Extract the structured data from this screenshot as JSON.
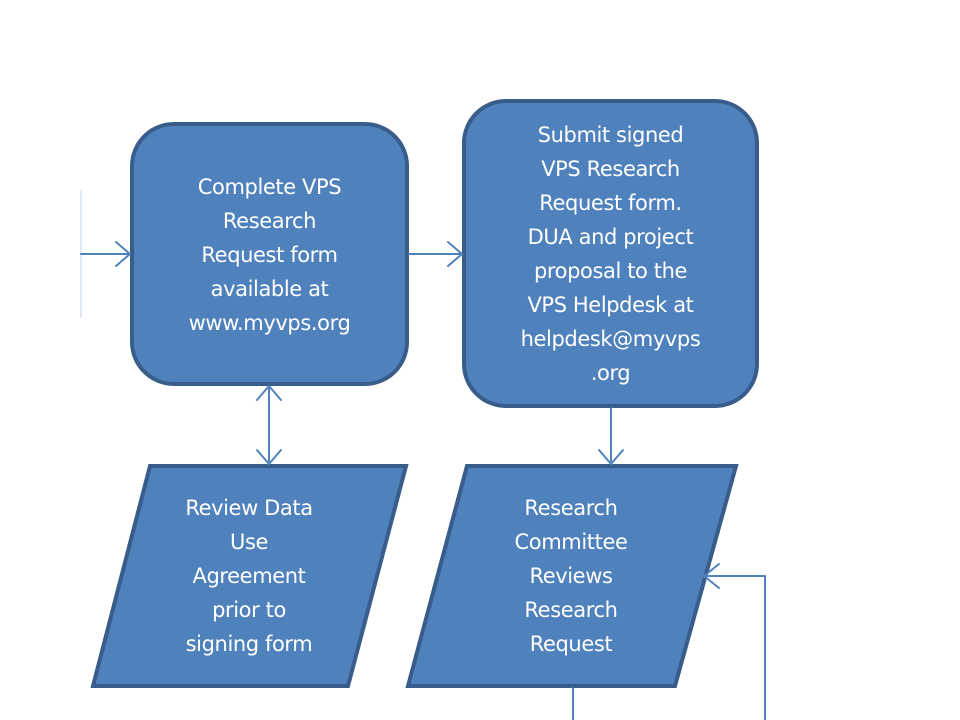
{
  "diagram": {
    "colors": {
      "fill": "#4f81bd",
      "border": "#385d8a",
      "connector": "#4f81bd",
      "text": "#ffffff",
      "background": "#ffffff"
    },
    "nodes": {
      "complete_form": {
        "shape": "rounded-rectangle",
        "text": "Complete VPS\nResearch\nRequest form\navailable at\nwww.myvps.org"
      },
      "submit_form": {
        "shape": "rounded-rectangle",
        "text": "Submit signed\nVPS Research\nRequest form.\nDUA and project\nproposal to the\nVPS Helpdesk at\nhelpdesk@myvps\n.org"
      },
      "review_dua": {
        "shape": "parallelogram",
        "text": "Review Data\nUse\nAgreement\nprior to\nsigning form"
      },
      "committee_review": {
        "shape": "parallelogram",
        "text": "Research\nCommittee\nReviews\nResearch\nRequest"
      }
    },
    "edges": [
      {
        "from": "off-canvas-left",
        "to": "complete_form",
        "arrow": "end"
      },
      {
        "from": "complete_form",
        "to": "submit_form",
        "arrow": "end"
      },
      {
        "from": "complete_form",
        "to": "review_dua",
        "arrow": "both"
      },
      {
        "from": "submit_form",
        "to": "committee_review",
        "arrow": "end"
      },
      {
        "from": "committee_review",
        "to": "off-canvas-bottom",
        "arrow": "none"
      },
      {
        "from": "off-canvas-bottom-right",
        "to": "committee_review",
        "arrow": "end"
      }
    ]
  }
}
